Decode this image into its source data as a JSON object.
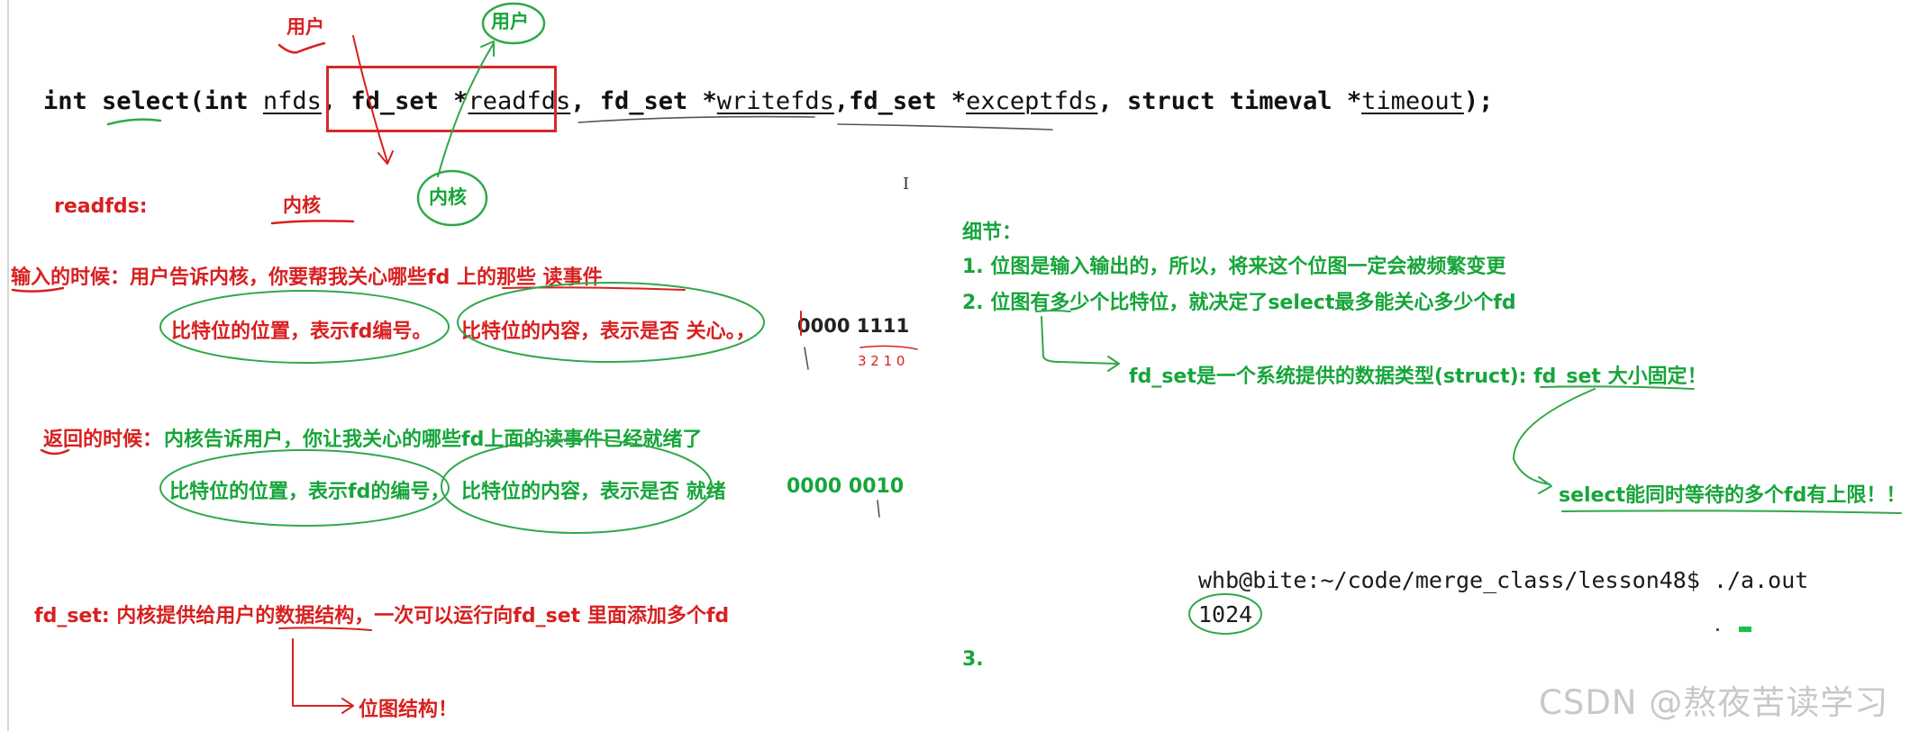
{
  "signature": {
    "int_select": "int select(int ",
    "nfds": "nfds",
    "comma_space": ", ",
    "fd_set": "fd_set *",
    "readfds": "readfds",
    "writefds": "writefds",
    "exceptfds": "exceptfds",
    "struct_timeval": "struct timeval *",
    "timeout": "timeout",
    "end": ");",
    "comma": ","
  },
  "annotations": {
    "user_top_red": "用户",
    "user_top_green": "用户",
    "kernel_red": "内核",
    "kernel_green": "内核"
  },
  "readfds_section": {
    "label": "readfds:",
    "input_title": "输入的时候：用户告诉内核，你要帮我关心哪些fd 上的那些 读事件",
    "input_bit_pos": "比特位的位置，表示fd编号。",
    "input_bit_content": "比特位的内容，表示是否 关心。，",
    "input_bits": "0000 1111",
    "input_bit_indices": "3 2 1 0",
    "return_title_red": "返回的时候：",
    "return_title_green": "内核告诉用户，你让我关心的哪些fd上面的读事件已经就绪了",
    "return_bit_pos": "比特位的位置，表示fd的编号，",
    "return_bit_content": "比特位的内容，表示是否 就绪",
    "return_bits": "0000 0010"
  },
  "fdset_section": {
    "text": "fd_set: 内核提供给用户的数据结构，一次可以运行向fd_set 里面添加多个fd",
    "bitmap": "位图结构！"
  },
  "details": {
    "title": "细节：",
    "item1": "1. 位图是输入输出的，所以，将来这个位图一定会被频繁变更",
    "item2": "2. 位图有多少个比特位，就决定了select最多能关心多少个fd",
    "fdset_note": "fd_set是一个系统提供的数据类型(struct): fd_set 大小固定！",
    "limit_note": "select能同时等待的多个fd有上限！！",
    "item3": "3."
  },
  "terminal": {
    "prompt": "whb@bite:~/code/merge_class/lesson48$ ./a.out",
    "output": "1024"
  },
  "cursor_glyph": "I",
  "watermark": "CSDN @熬夜苦读学习",
  "colors": {
    "red": "#d82020",
    "green": "#16a53a",
    "box": "#d42a2a"
  }
}
